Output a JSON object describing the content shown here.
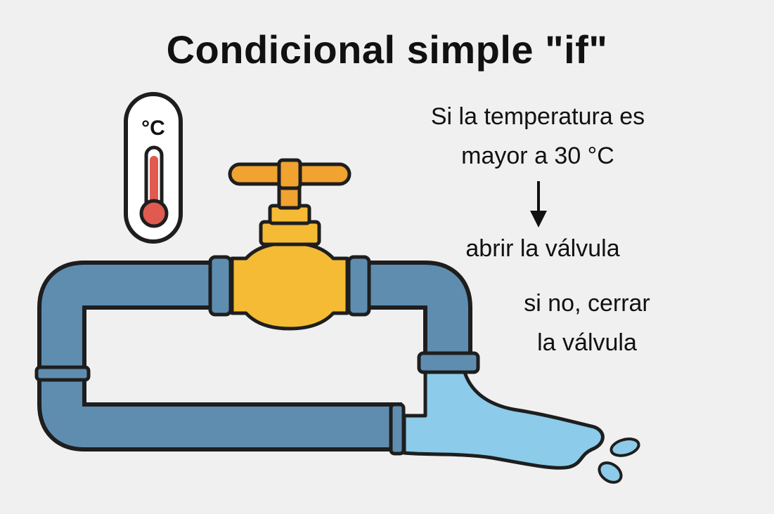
{
  "title": "Condicional simple \"if\"",
  "thermometer": {
    "unit_label": "°C",
    "icon": "thermometer-icon"
  },
  "captions": {
    "condition_line1": "Si la temperatura es",
    "condition_line2": "mayor a 30 °C",
    "then": "abrir la válvula",
    "else_line1": "si no, cerrar",
    "else_line2": "la válvula"
  },
  "colors": {
    "background": "#f0f0f0",
    "pipe": "#5f8db0",
    "outline": "#1e1e1e",
    "valve_body": "#f5bb35",
    "valve_handle": "#f0a330",
    "water": "#8ccbe9",
    "thermometer_fill": "#e05a4f"
  }
}
